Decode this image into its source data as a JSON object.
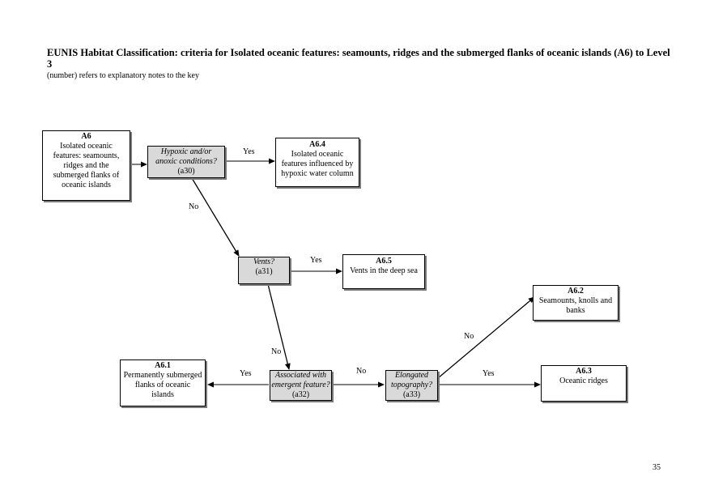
{
  "header": {
    "title": "EUNIS Habitat Classification: criteria for Isolated  oceanic  features: seamounts, ridges and the submerged flanks of oceanic islands (A6) to Level 3",
    "subtitle": "(number) refers to explanatory notes to the key"
  },
  "nodes": {
    "a6": {
      "code": "A6",
      "description": "Isolated  oceanic\nfeatures: seamounts,\nridges and the\nsubmerged flanks of\noceanic islands"
    },
    "a6_4": {
      "code": "A6.4",
      "description": "Isolated  oceanic\nfeatures influenced by\nhypoxic water column"
    },
    "a6_5": {
      "code": "A6.5",
      "description": "Vents in the deep sea"
    },
    "a6_2": {
      "code": "A6.2",
      "description": "Seamounts, knolls and\nbanks"
    },
    "a6_3": {
      "code": "A6.3",
      "description": "Oceanic ridges"
    },
    "a6_1": {
      "code": "A6.1",
      "description": "Permanently submerged\nflanks of oceanic\nislands"
    }
  },
  "questions": {
    "a30": {
      "question": "Hypoxic and/or\nanoxic conditions?",
      "note": "(a30)"
    },
    "a31": {
      "question": "Vents?",
      "note": "(a31)"
    },
    "a32": {
      "question": "Associated with\nemergent feature?",
      "note": "(a32)"
    },
    "a33": {
      "question": "Elongated\ntopography?",
      "note": "(a33)"
    }
  },
  "edge_labels": {
    "a30_yes": "Yes",
    "a30_no": "No",
    "a31_yes": "Yes",
    "a31_no": "No",
    "a32_yes": "Yes",
    "a32_no": "No",
    "a33_yes": "Yes",
    "a33_no": "No"
  },
  "page_number": "35"
}
